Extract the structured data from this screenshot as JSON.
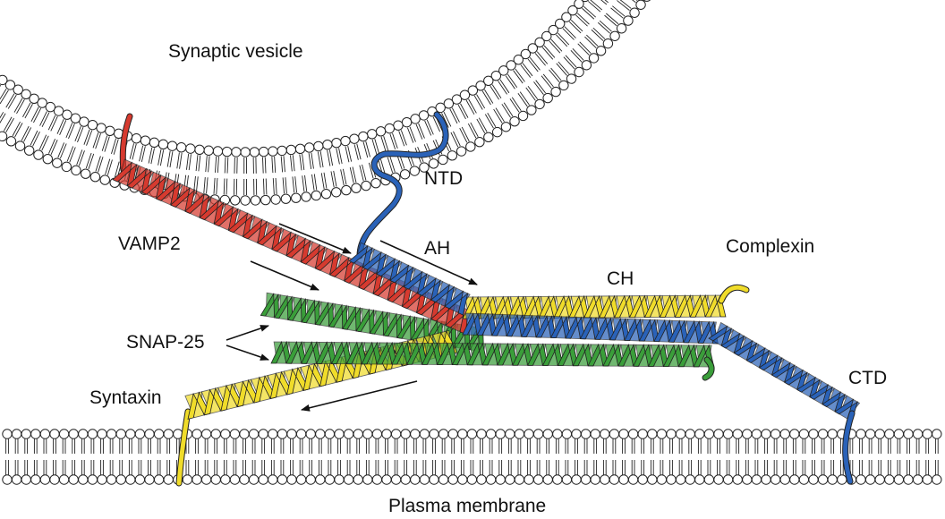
{
  "labels": {
    "synaptic_vesicle": "Synaptic vesicle",
    "ntd": "NTD",
    "vamp2": "VAMP2",
    "ah": "AH",
    "complexin": "Complexin",
    "ch": "CH",
    "snap25": "SNAP-25",
    "syntaxin": "Syntaxin",
    "ctd": "CTD",
    "plasma_membrane": "Plasma membrane"
  },
  "colors": {
    "vamp2": "#d63a2f",
    "complexin": "#2a62b8",
    "snap25": "#3a9e3a",
    "syntaxin": "#f0dc2a",
    "lipid_head": "#ffffff",
    "outline": "#222222",
    "arrow": "#111111"
  }
}
